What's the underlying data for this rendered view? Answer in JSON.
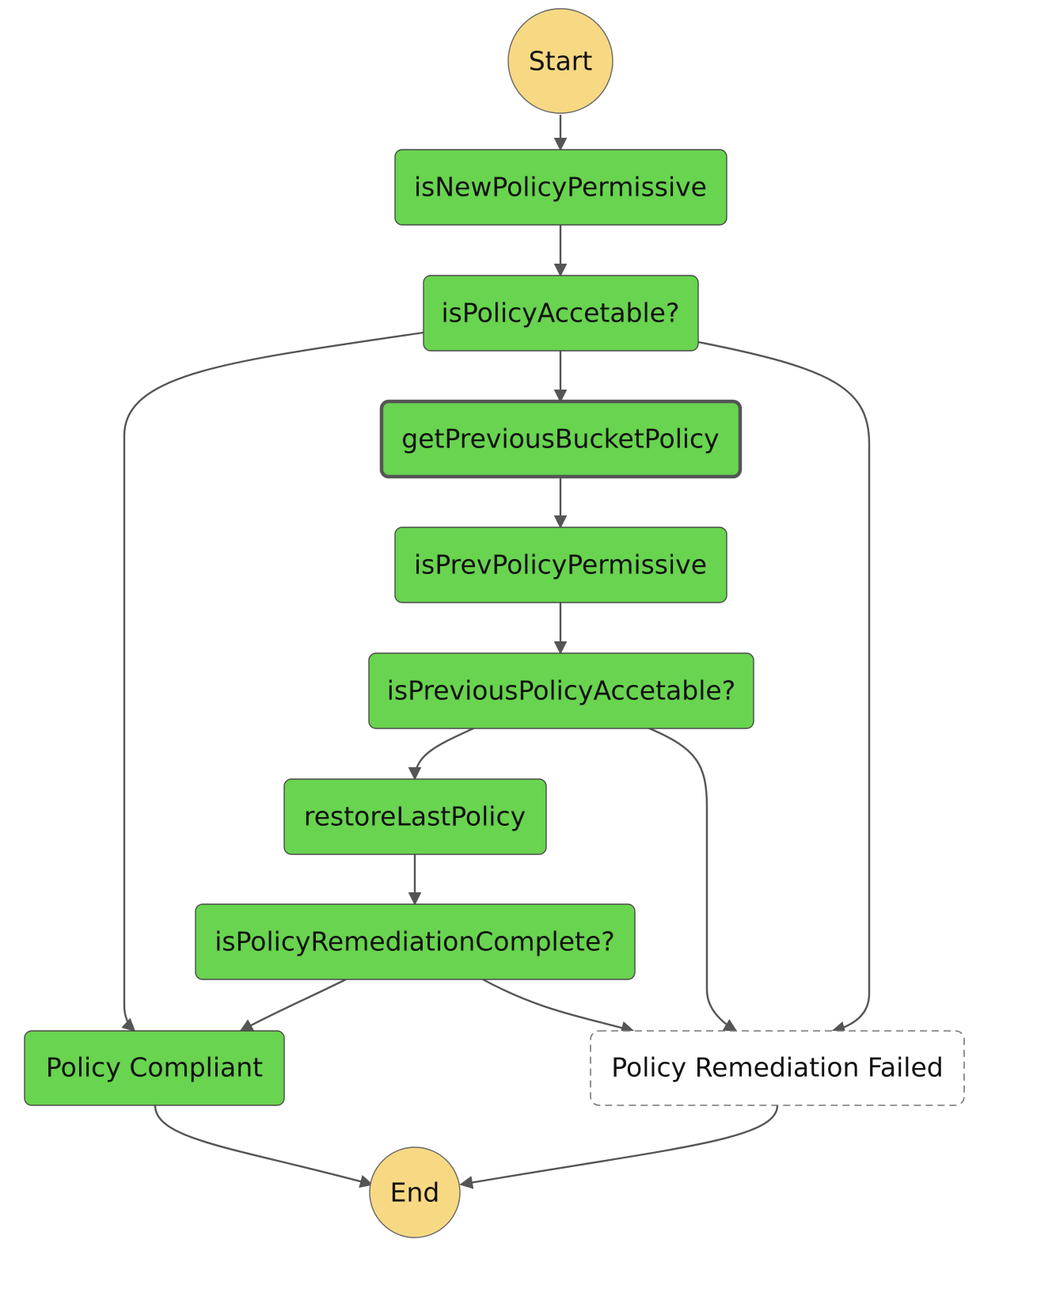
{
  "diagram": {
    "colors": {
      "task_fill": "#68d44f",
      "terminal_fill": "#f8d983",
      "failed_fill": "#ffffff",
      "edge": "#555555"
    },
    "nodes": {
      "start": "Start",
      "is_new_policy_permissive": "isNewPolicyPermissive",
      "is_policy_acceptable": "isPolicyAccetable?",
      "get_previous_bucket_policy": "getPreviousBucketPolicy",
      "is_prev_policy_permissive": "isPrevPolicyPermissive",
      "is_previous_policy_acceptable": "isPreviousPolicyAccetable?",
      "restore_last_policy": "restoreLastPolicy",
      "is_policy_remediation_complete": "isPolicyRemediationComplete?",
      "policy_compliant": "Policy Compliant",
      "policy_remediation_failed": "Policy Remediation Failed",
      "end": "End"
    },
    "edges": [
      [
        "start",
        "is_new_policy_permissive"
      ],
      [
        "is_new_policy_permissive",
        "is_policy_acceptable"
      ],
      [
        "is_policy_acceptable",
        "get_previous_bucket_policy"
      ],
      [
        "is_policy_acceptable",
        "policy_compliant"
      ],
      [
        "is_policy_acceptable",
        "policy_remediation_failed"
      ],
      [
        "get_previous_bucket_policy",
        "is_prev_policy_permissive"
      ],
      [
        "is_prev_policy_permissive",
        "is_previous_policy_acceptable"
      ],
      [
        "is_previous_policy_acceptable",
        "restore_last_policy"
      ],
      [
        "is_previous_policy_acceptable",
        "policy_remediation_failed"
      ],
      [
        "restore_last_policy",
        "is_policy_remediation_complete"
      ],
      [
        "is_policy_remediation_complete",
        "policy_compliant"
      ],
      [
        "is_policy_remediation_complete",
        "policy_remediation_failed"
      ],
      [
        "policy_compliant",
        "end"
      ],
      [
        "policy_remediation_failed",
        "end"
      ]
    ]
  }
}
